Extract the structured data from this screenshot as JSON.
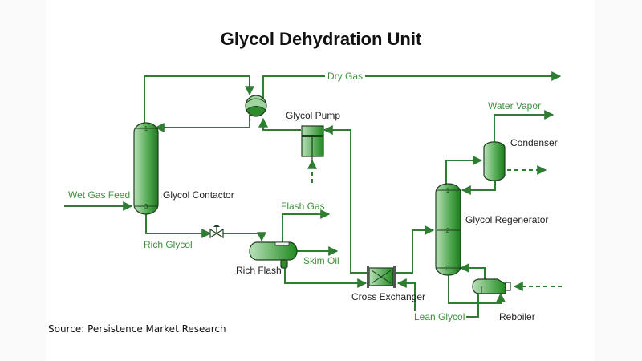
{
  "title": "Glycol Dehydration Unit",
  "source": "Source: Persistence Market Research",
  "colors": {
    "stream": "#2e7d32",
    "stream_label": "#3f8f3f",
    "equipment_fill_dark": "#2e8b2e",
    "equipment_fill_light": "#b9e0b9",
    "equipment_label": "#222222"
  },
  "equipment": {
    "glycol_contactor": "Glycol Contactor",
    "glycol_pump": "Glycol Pump",
    "rich_flash": "Rich Flash",
    "cross_exchanger": "Cross Exchanger",
    "glycol_regenerator": "Glycol Regenerator",
    "condenser": "Condenser",
    "reboiler": "Reboiler"
  },
  "streams": {
    "dry_gas": "Dry Gas",
    "wet_gas_feed": "Wet Gas Feed",
    "rich_glycol": "Rich Glycol",
    "flash_gas": "Flash Gas",
    "skim_oil": "Skim Oil",
    "water_vapor": "Water Vapor",
    "lean_glycol": "Lean Glycol"
  },
  "nozzles": {
    "contactor_top": "1",
    "contactor_bottom": "3",
    "regenerator_top": "1",
    "regenerator_mid": "2",
    "regenerator_bottom": "3"
  }
}
